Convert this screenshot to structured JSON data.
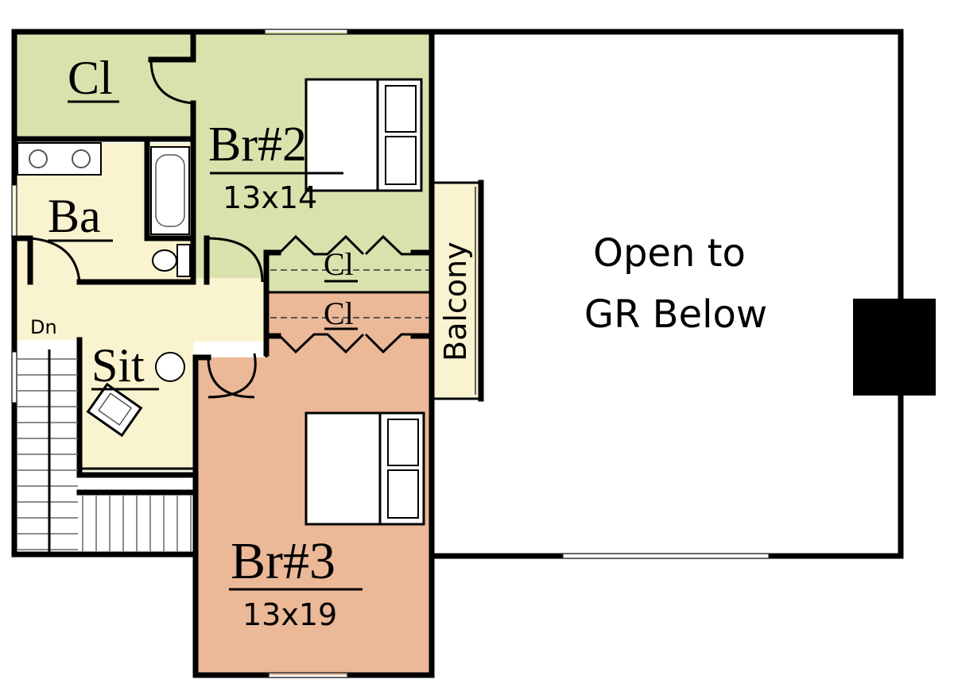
{
  "colors": {
    "green_room": "#d9e2ad",
    "cream_room": "#f9f3cf",
    "peach_room": "#ebb898",
    "open_area": "#ffffff",
    "wall": "#000000",
    "fireplace": "#000000"
  },
  "rooms": {
    "closet_top": {
      "name": "Cl"
    },
    "bedroom2": {
      "name": "Br#2",
      "size": "13x14"
    },
    "bath": {
      "name": "Ba"
    },
    "closet_mid_upper": {
      "name": "Cl"
    },
    "closet_mid_lower": {
      "name": "Cl"
    },
    "balcony": {
      "name": "Balcony"
    },
    "sitting": {
      "name": "Sit"
    },
    "stairs": {
      "name": "Dn"
    },
    "bedroom3": {
      "name": "Br#3",
      "size": "13x19"
    },
    "open_area": {
      "line1": "Open to",
      "line2": "GR Below"
    }
  },
  "icons": [
    "bed-icon",
    "tub-icon",
    "sink-icon",
    "toilet-icon",
    "chair-icon",
    "lamp-icon",
    "stairs-icon",
    "fireplace-icon"
  ]
}
